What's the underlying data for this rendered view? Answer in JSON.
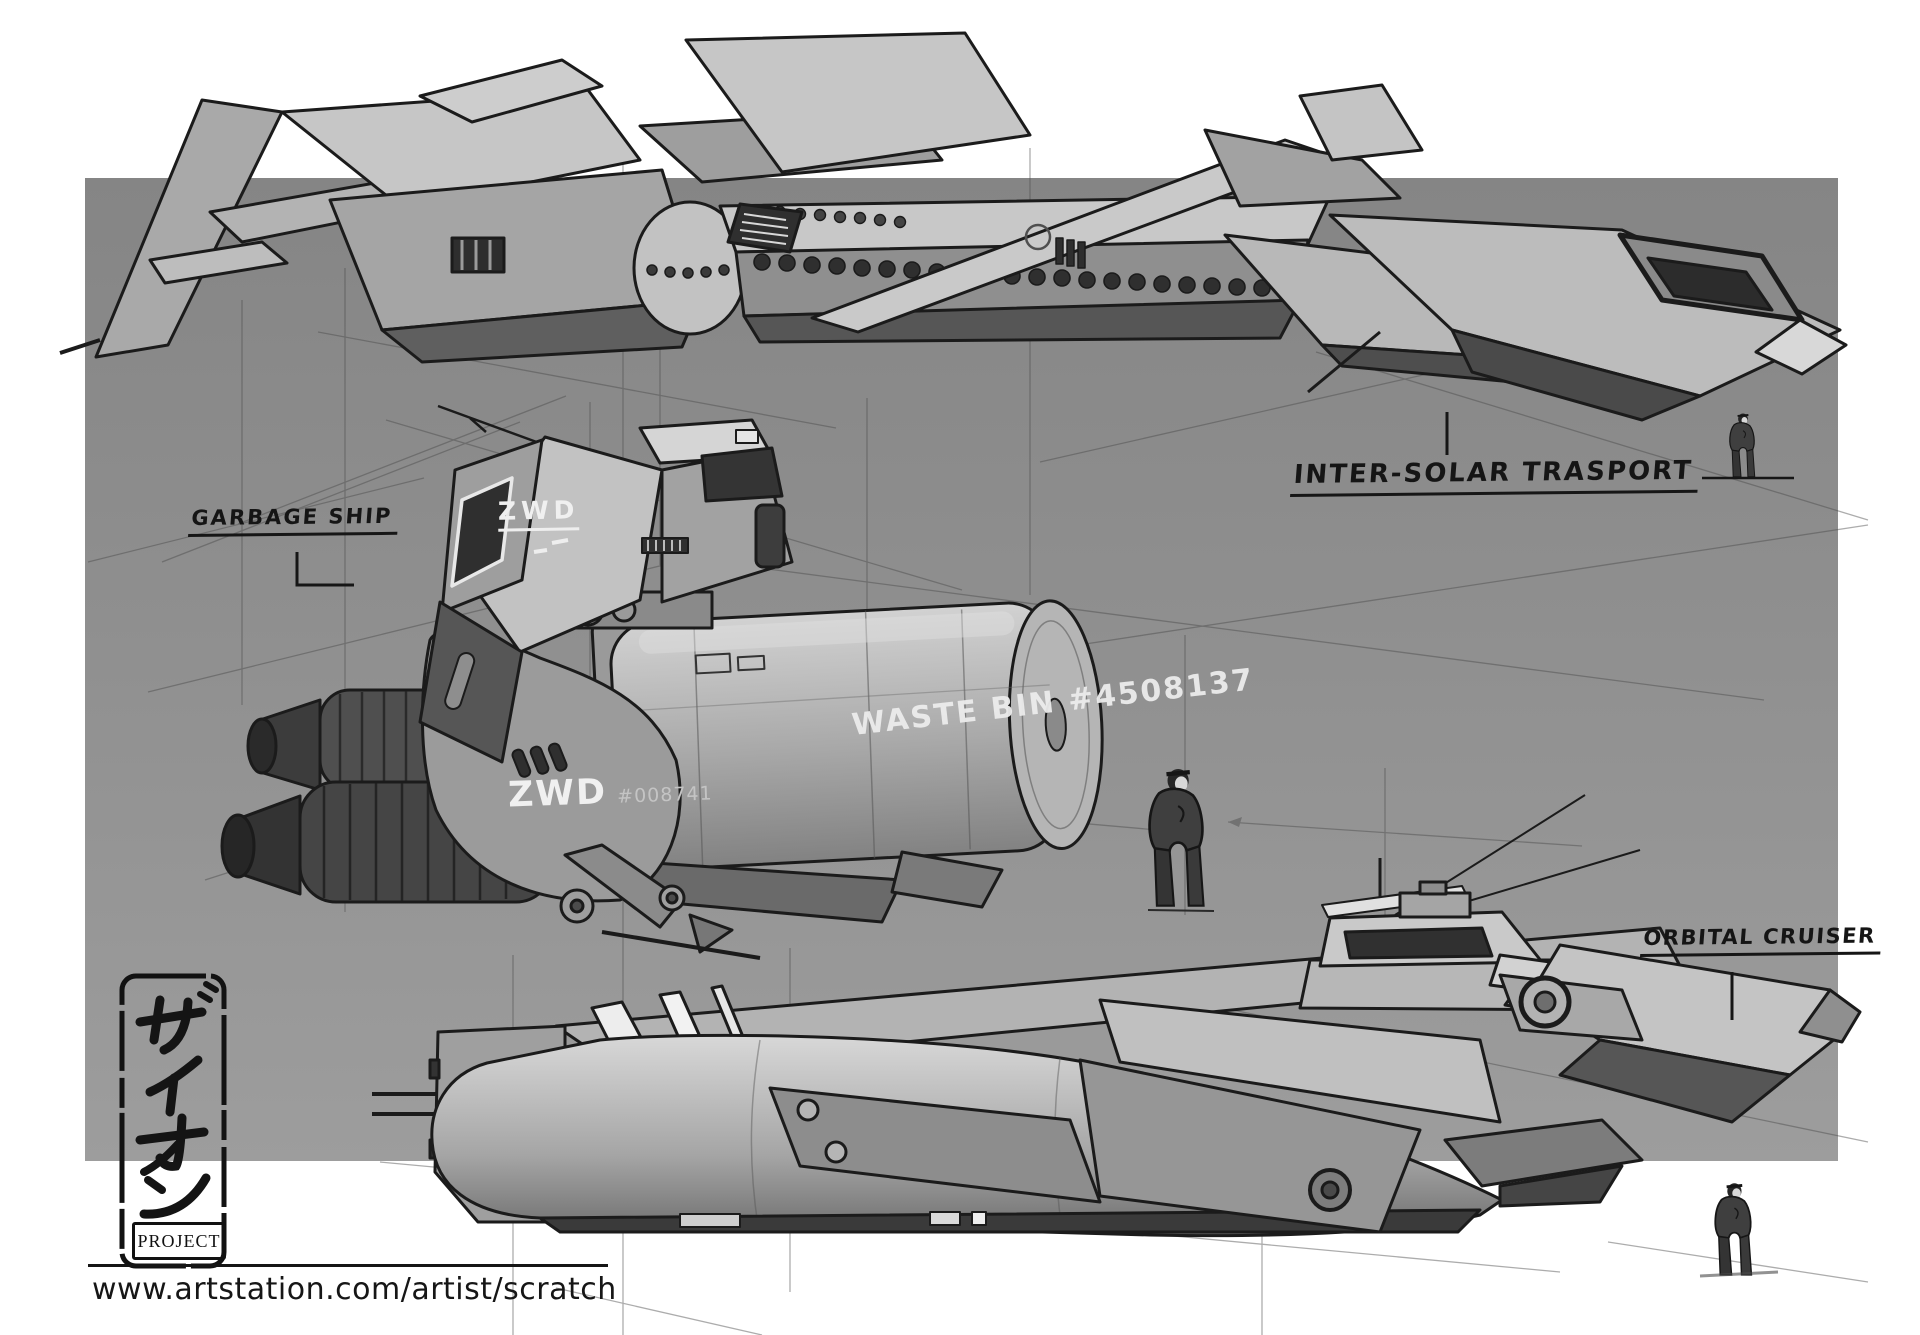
{
  "artwork": {
    "logo": {
      "katakana": "ザイオン",
      "subtitle": "PROJECT"
    },
    "footer": {
      "url": "www.artstation.com/artist/scratch"
    },
    "ships": [
      {
        "id": "inter-solar-transport",
        "label": "INTER-SOLAR TRASPORT"
      },
      {
        "id": "garbage-ship",
        "label": "GARBAGE SHIP",
        "markings": {
          "cockpit": "ZWD",
          "hull": "ZWD",
          "hull_serial": "#008741",
          "tank": "WASTE BIN #4508137"
        }
      },
      {
        "id": "orbital-cruiser",
        "label": "ORBITAL CRUISER"
      }
    ],
    "figures_count": 3,
    "colors": {
      "canvas_gray": "#8f8f8f",
      "paper_white": "#ffffff",
      "ink": "#1a1a1a",
      "marking_white": "#f0f0f0"
    }
  }
}
